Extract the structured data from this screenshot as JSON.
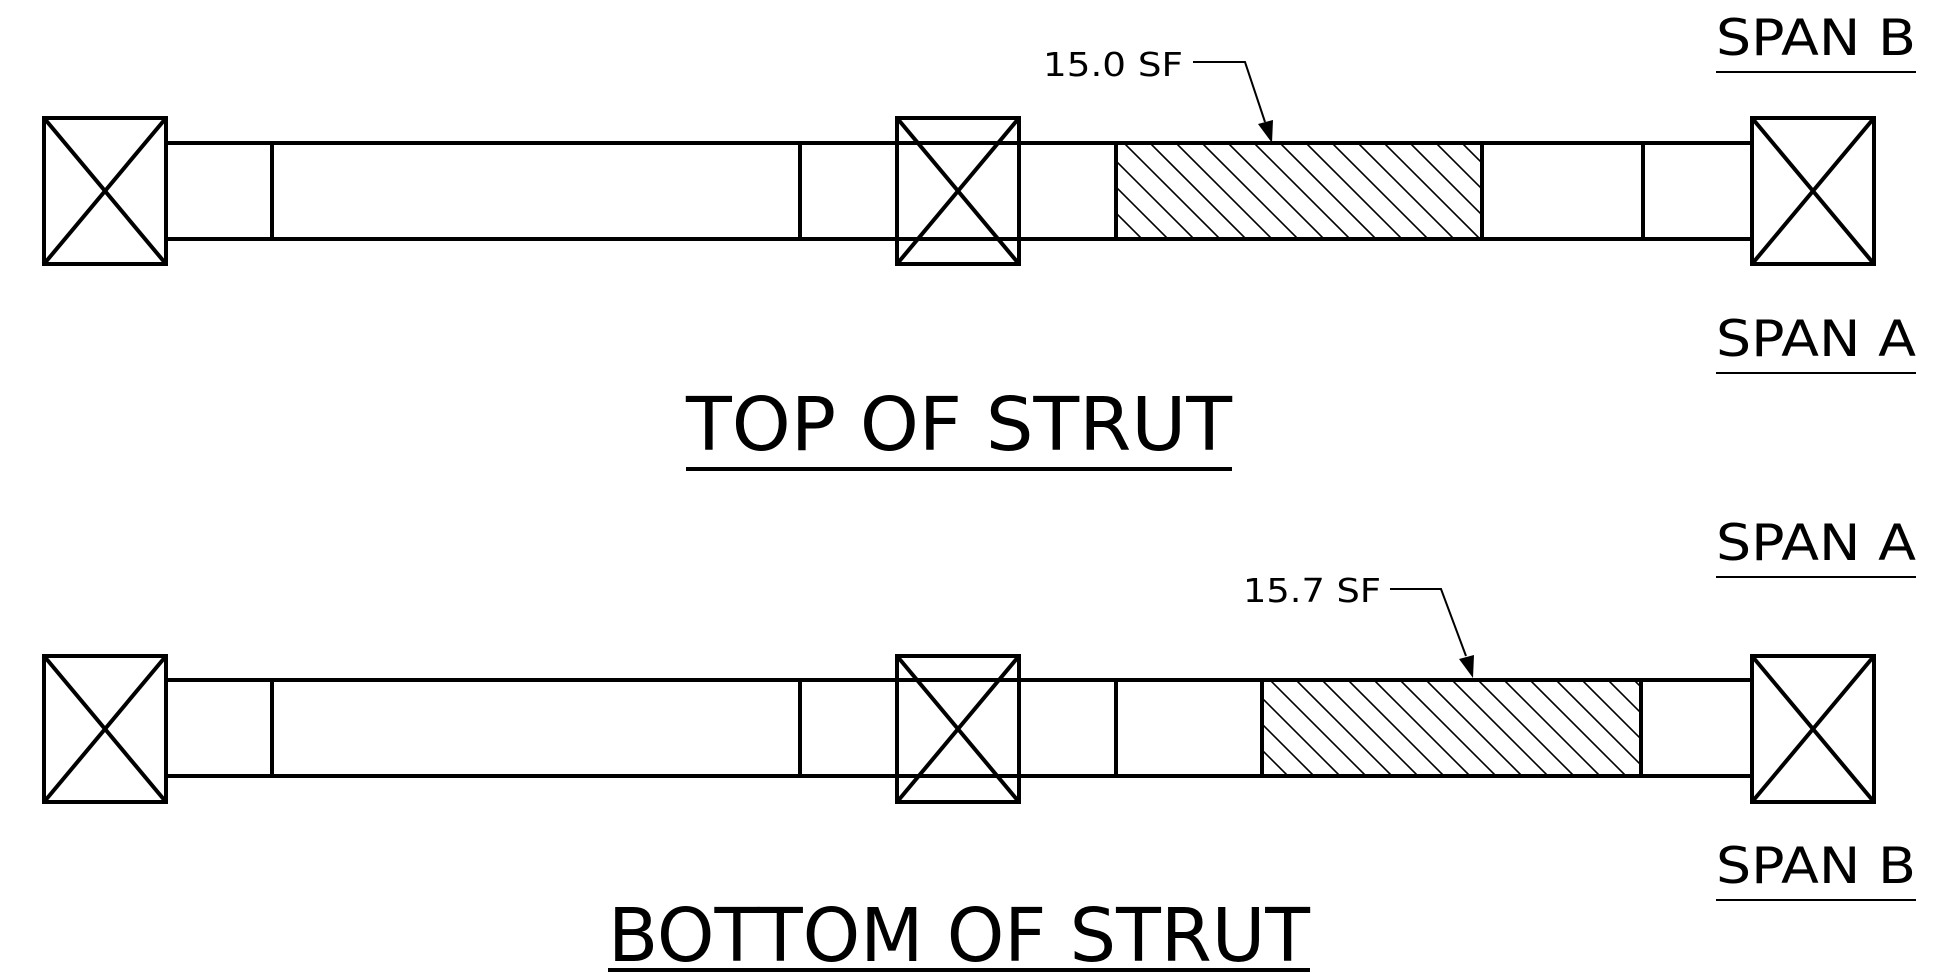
{
  "views": [
    {
      "id": "top",
      "title": "TOP OF STRUT",
      "span_label_upper": "SPAN B",
      "span_label_lower": "SPAN A",
      "callout": "15.0 SF"
    },
    {
      "id": "bottom",
      "title": "BOTTOM OF STRUT",
      "span_label_upper": "SPAN A",
      "span_label_lower": "SPAN B",
      "callout": "15.7 SF"
    }
  ],
  "colors": {
    "line": "#000000",
    "background": "#ffffff"
  }
}
